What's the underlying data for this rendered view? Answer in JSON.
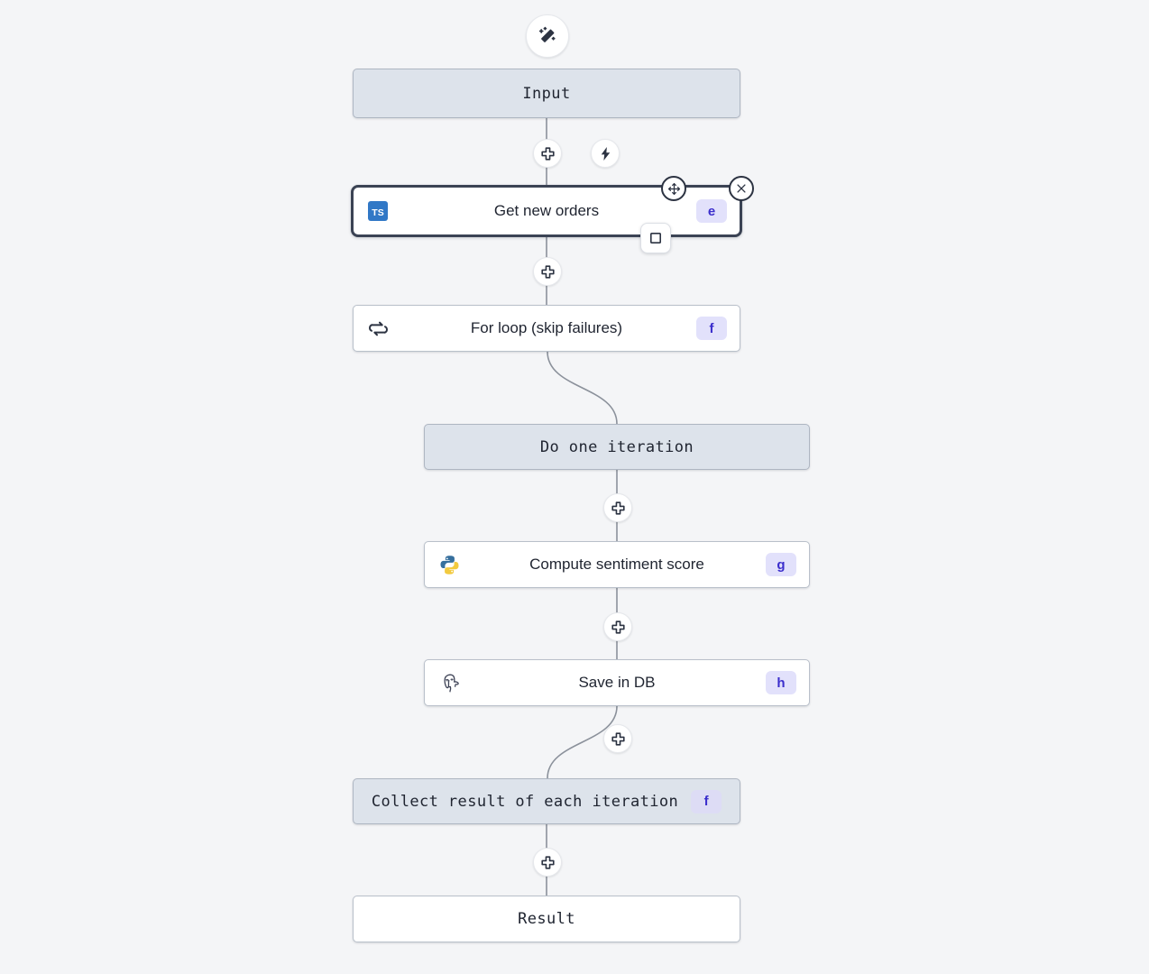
{
  "canvas": {
    "background": "#f4f5f7",
    "edge_color": "#8b919b"
  },
  "colors": {
    "flow_node_bg": "#dde3eb",
    "flow_node_border": "#aeb6c2",
    "node_bg": "#ffffff",
    "node_border": "#b9c0ca",
    "selected_border": "#3b4354",
    "badge_bg": "#e2e1fb",
    "badge_text": "#3b2ecc",
    "typescript_blue": "#3178c6",
    "python_blue": "#366f9d",
    "python_yellow": "#f2ca3f",
    "postgres_dark": "#3e4356"
  },
  "toolbar": {
    "ai_assistant_label": "ai-assistant",
    "trigger_label": "trigger"
  },
  "nodes": [
    {
      "id": "input",
      "label": "Input",
      "type": "flow",
      "mono": true,
      "icon": null,
      "badge": null
    },
    {
      "id": "get-new-orders",
      "label": "Get new orders",
      "type": "step",
      "mono": false,
      "icon": "typescript-icon",
      "badge": "e",
      "selected": true
    },
    {
      "id": "for-loop",
      "label": "For loop (skip failures)",
      "type": "step",
      "mono": false,
      "icon": "loop-icon",
      "badge": "f"
    },
    {
      "id": "do-one-iteration",
      "label": "Do one iteration",
      "type": "flow",
      "mono": true,
      "icon": null,
      "badge": null
    },
    {
      "id": "compute-sentiment-score",
      "label": "Compute sentiment score",
      "type": "step",
      "mono": false,
      "icon": "python-icon",
      "badge": "g"
    },
    {
      "id": "save-in-db",
      "label": "Save in DB",
      "type": "step",
      "mono": false,
      "icon": "postgresql-icon",
      "badge": "h"
    },
    {
      "id": "collect-result",
      "label": "Collect result of each iteration",
      "type": "flow",
      "mono": true,
      "icon": null,
      "badge": "f"
    },
    {
      "id": "result",
      "label": "Result",
      "type": "result",
      "mono": true,
      "icon": null,
      "badge": null
    }
  ],
  "selection_controls": {
    "move_label": "move-handle",
    "close_label": "close",
    "stop_label": "stop"
  },
  "add_buttons": [
    {
      "id": "add-after-input"
    },
    {
      "id": "add-after-get-new-orders"
    },
    {
      "id": "add-after-do-one-iteration"
    },
    {
      "id": "add-after-compute-sentiment-score"
    },
    {
      "id": "add-after-save-in-db"
    },
    {
      "id": "add-after-collect-result"
    }
  ]
}
